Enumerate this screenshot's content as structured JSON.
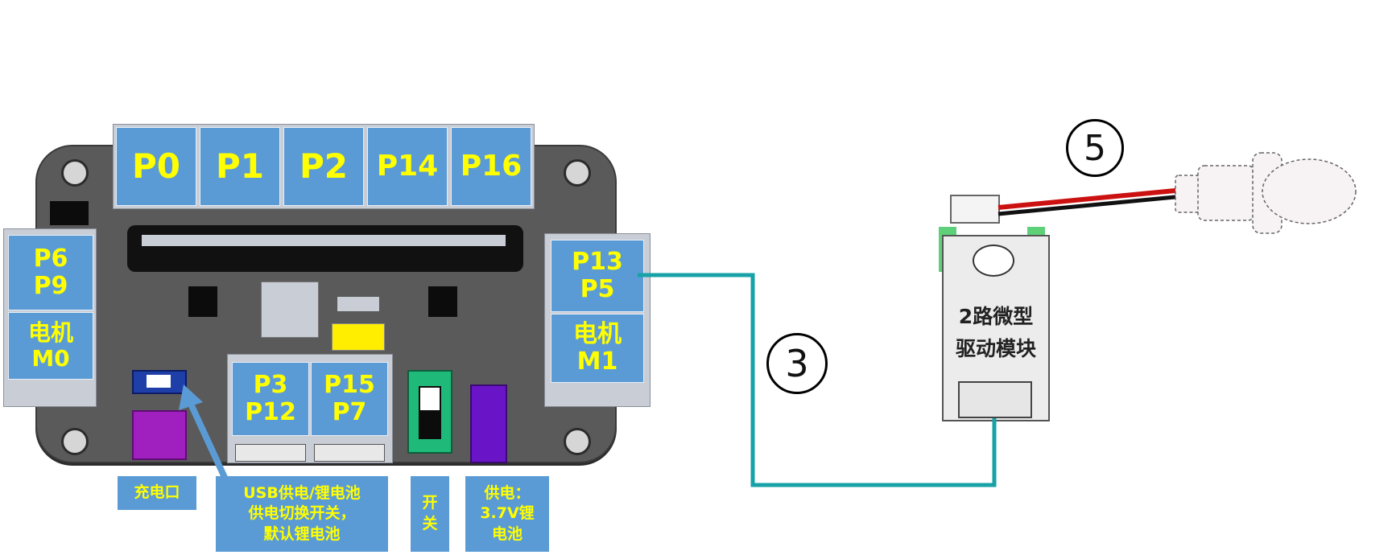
{
  "board": {
    "top_ports": [
      "P0",
      "P1",
      "P2",
      "P14",
      "P16"
    ],
    "left_port": {
      "pins": "P6\nP9",
      "motor": "电机\nM0"
    },
    "right_port": {
      "pins": "P13\nP5",
      "motor": "电机\nM1"
    },
    "bottom_port_a": "P3\nP12",
    "bottom_port_b": "P15\nP7"
  },
  "callouts": {
    "charge_port": "充电口",
    "usb_switch": "USB供电/锂电池\n供电切换开关，\n默认锂电池",
    "power_switch": "开\n关",
    "battery": "供电：\n3.7V锂\n电池"
  },
  "module": {
    "label": "2路微型\n驱动模块"
  },
  "markers": {
    "cable": "③",
    "lamp": "⑤"
  },
  "colors": {
    "label_bg": "#5b9bd5",
    "label_text": "#ffff00",
    "cable": "#17a2a8",
    "board": "#5a5a5a"
  }
}
